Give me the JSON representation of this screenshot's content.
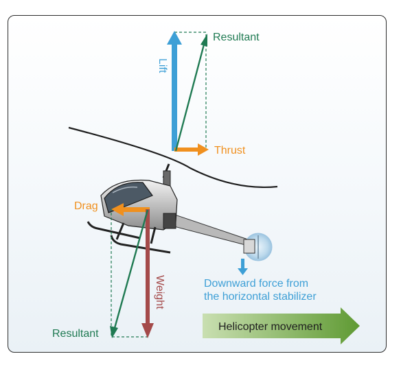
{
  "labels": {
    "resultant_top": "Resultant",
    "lift": "Lift",
    "thrust": "Thrust",
    "drag": "Drag",
    "weight": "Weight",
    "resultant_bottom": "Resultant",
    "downward_force_line1": "Downward force from",
    "downward_force_line2": "the horizontal stabilizer",
    "movement": "Helicopter movement"
  },
  "colors": {
    "lift": "#3d9fd6",
    "thrust": "#f0901e",
    "drag": "#f0901e",
    "weight": "#a44a4a",
    "resultant": "#1f7a52",
    "downward_force": "#3d9fd6",
    "movement_arrow": "#6e9f3e",
    "dashed_box": "#1f7a52"
  },
  "icons": {
    "helicopter": "helicopter-illustration",
    "movement": "arrow-right-icon"
  }
}
